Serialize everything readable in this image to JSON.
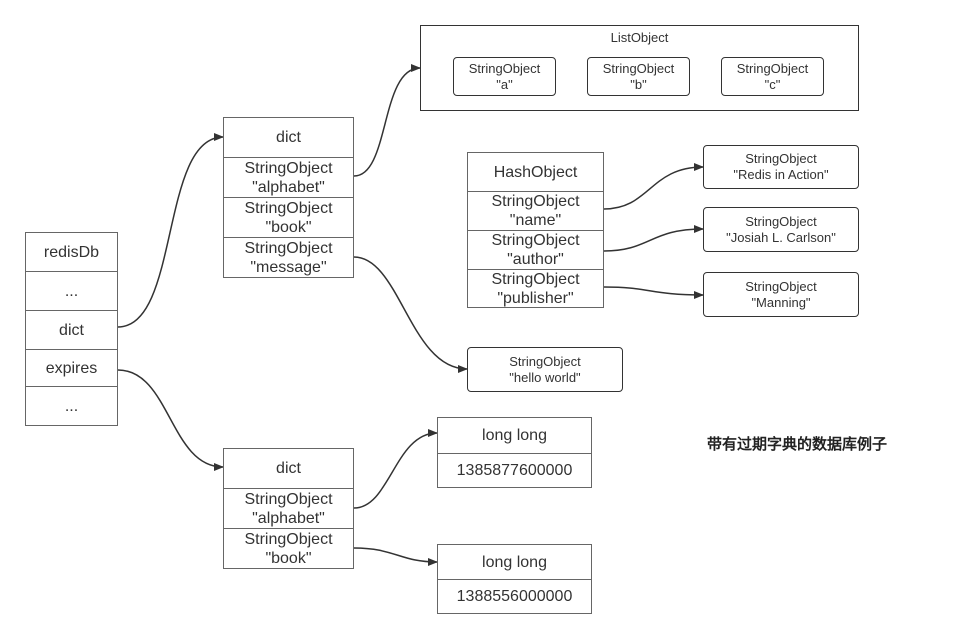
{
  "redisdb": {
    "title": "redisDb",
    "ellipsis_top": "...",
    "dict": "dict",
    "expires": "expires",
    "ellipsis_bottom": "..."
  },
  "main_dict": {
    "title": "dict",
    "entries": [
      "StringObject\n\"alphabet\"",
      "StringObject\n\"book\"",
      "StringObject\n\"message\""
    ]
  },
  "list_object": {
    "label": "ListObject",
    "items": [
      "StringObject\n\"a\"",
      "StringObject\n\"b\"",
      "StringObject\n\"c\""
    ]
  },
  "hash_object": {
    "title": "HashObject",
    "fields": [
      "StringObject\n\"name\"",
      "StringObject\n\"author\"",
      "StringObject\n\"publisher\""
    ],
    "values": [
      "StringObject\n\"Redis in Action\"",
      "StringObject\n\"Josiah L. Carlson\"",
      "StringObject\n\"Manning\""
    ]
  },
  "message_value": "StringObject\n\"hello world\"",
  "expires_dict": {
    "title": "dict",
    "entries": [
      "StringObject\n\"alphabet\"",
      "StringObject\n\"book\""
    ]
  },
  "long_values": [
    {
      "type": "long long",
      "value": "1385877600000"
    },
    {
      "type": "long long",
      "value": "1388556000000"
    }
  ],
  "caption": "带有过期字典的数据库例子",
  "colors": {
    "stroke": "#333333",
    "cell_border": "#666666",
    "background": "#ffffff"
  }
}
